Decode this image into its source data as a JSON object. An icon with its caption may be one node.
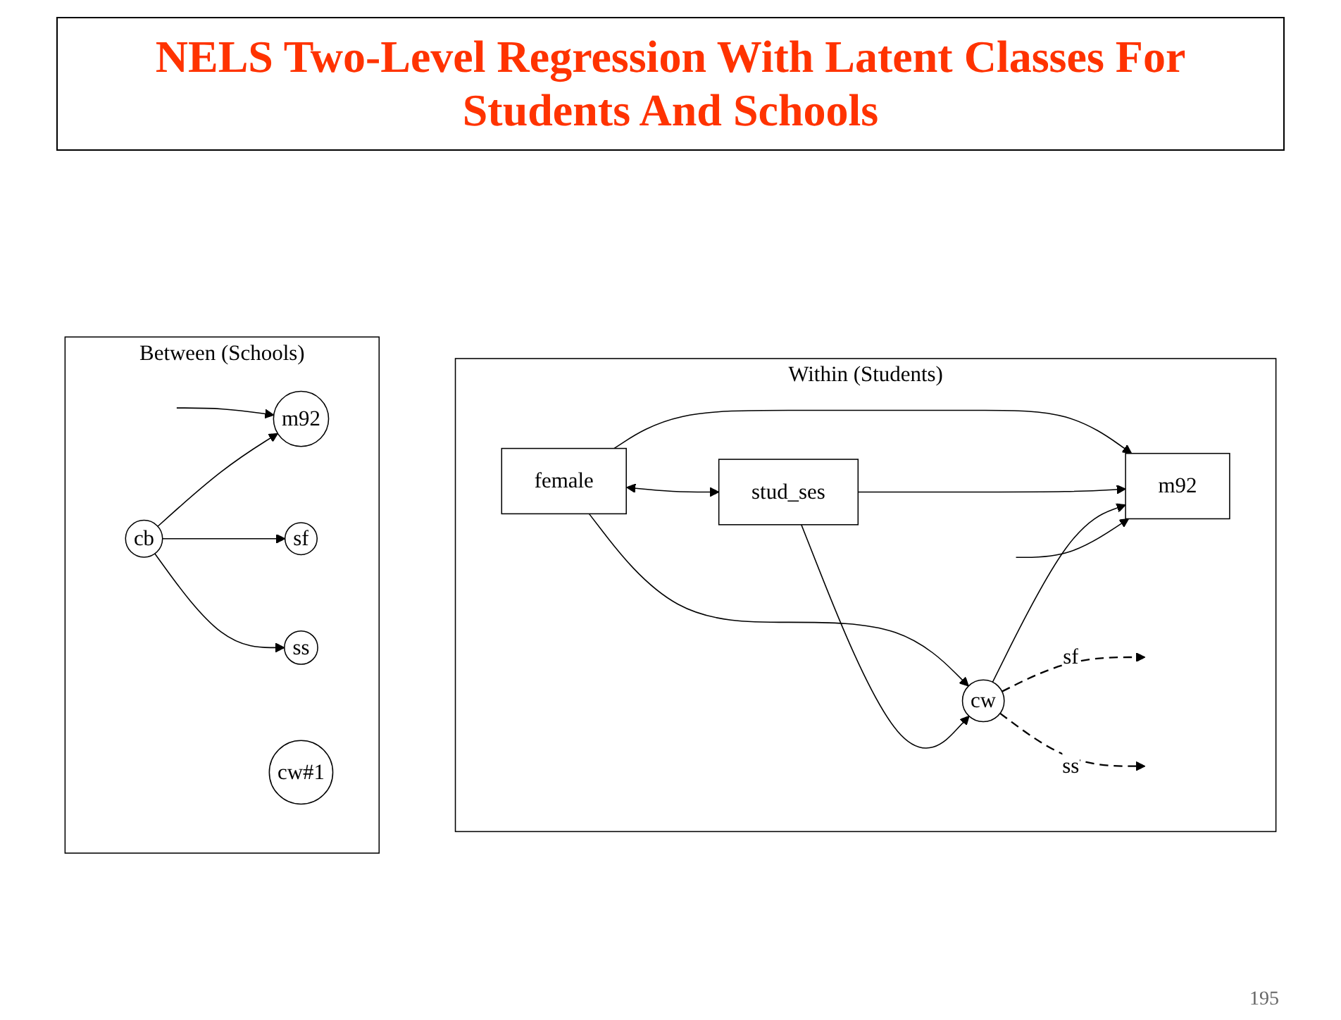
{
  "diagram": {
    "title": "NELS Two-Level Regression With Latent Classes For Students And Schools",
    "nodes": [
      {
        "text": [
          "Within (Students)"
        ]
      },
      {
        "text": [
          "female"
        ],
        "in": 0
      },
      {
        "text": [
          "m92"
        ],
        "in": 0
      },
      {
        "text": [
          "stud_ses"
        ],
        "in": 0
      },
      {
        "text": [
          "cw"
        ],
        "in": 0
      },
      {
        "text": [
          "Between (Schools)"
        ]
      },
      {
        "text": [
          "m92"
        ],
        "in": 5
      },
      {
        "text": [
          "sf"
        ],
        "in": 5
      },
      {
        "text": [
          "cb"
        ],
        "in": 5
      },
      {
        "text": [
          "ss"
        ],
        "in": 5
      },
      {
        "text": [
          "cw#1"
        ],
        "in": 5
      }
    ],
    "edges": [
      {
        "from": 1,
        "to": 3,
        "arrow": "both"
      },
      {
        "from": 1,
        "to": 2,
        "arrow": "to"
      },
      {
        "from": 1,
        "to": 4,
        "arrow": "to"
      },
      {
        "from": 3,
        "to": 2,
        "arrow": "to"
      },
      {
        "from": 3,
        "to": 4,
        "arrow": "to"
      },
      {
        "from": 4,
        "to": 2,
        "arrow": "to"
      },
      {
        "from": 4,
        "to": null,
        "arrow": "to",
        "label": "sf",
        "style": "dashed"
      },
      {
        "from": 4,
        "to": null,
        "arrow": "to",
        "label": "ss",
        "style": "dashed"
      },
      {
        "from": null,
        "to": 2,
        "arrow": "to"
      },
      {
        "from": null,
        "to": 6,
        "arrow": "to"
      },
      {
        "from": 8,
        "to": 6,
        "arrow": "to"
      },
      {
        "from": 8,
        "to": 7,
        "arrow": "to"
      },
      {
        "from": 8,
        "to": 9,
        "arrow": "to"
      }
    ],
    "labels": [
      "195"
    ]
  }
}
